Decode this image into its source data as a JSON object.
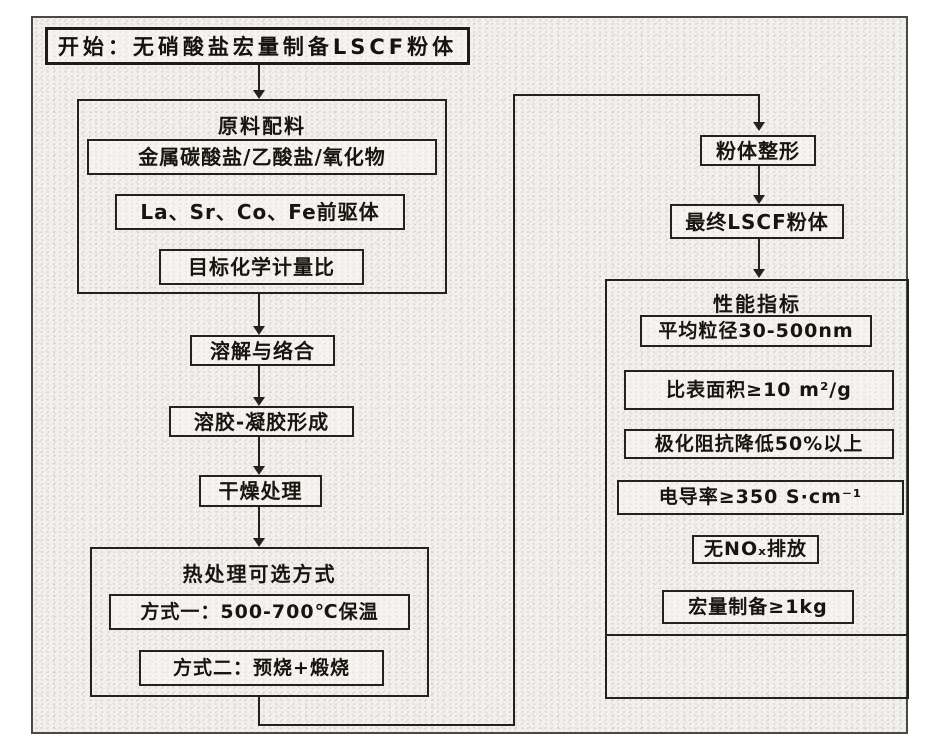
{
  "flow": {
    "title": "开始：无硝酸盐宏量制备LSCF粉体",
    "raw": {
      "label": "原料配料",
      "items": [
        "金属碳酸盐/乙酸盐/氧化物",
        "La、Sr、Co、Fe前驱体",
        "目标化学计量比"
      ]
    },
    "steps": {
      "dissolve": "溶解与络合",
      "solgel": "溶胶-凝胶形成",
      "dry": "干燥处理"
    },
    "heat": {
      "label": "热处理可选方式",
      "items": [
        "方式一：500-700℃保温",
        "方式二：预烧+煅烧"
      ]
    },
    "right": {
      "shape": "粉体整形",
      "final": "最终LSCF粉体"
    },
    "performance": {
      "label": "性能指标",
      "items": [
        "平均粒径30-500nm",
        "比表面积≥10 m²/g",
        "极化阻抗降低50%以上",
        "电导率≥350 S·cm⁻¹",
        "无NOₓ排放",
        "宏量制备≥1kg"
      ]
    }
  },
  "colors": {
    "ink": "#23221f",
    "paper": "#f3f2ef"
  }
}
